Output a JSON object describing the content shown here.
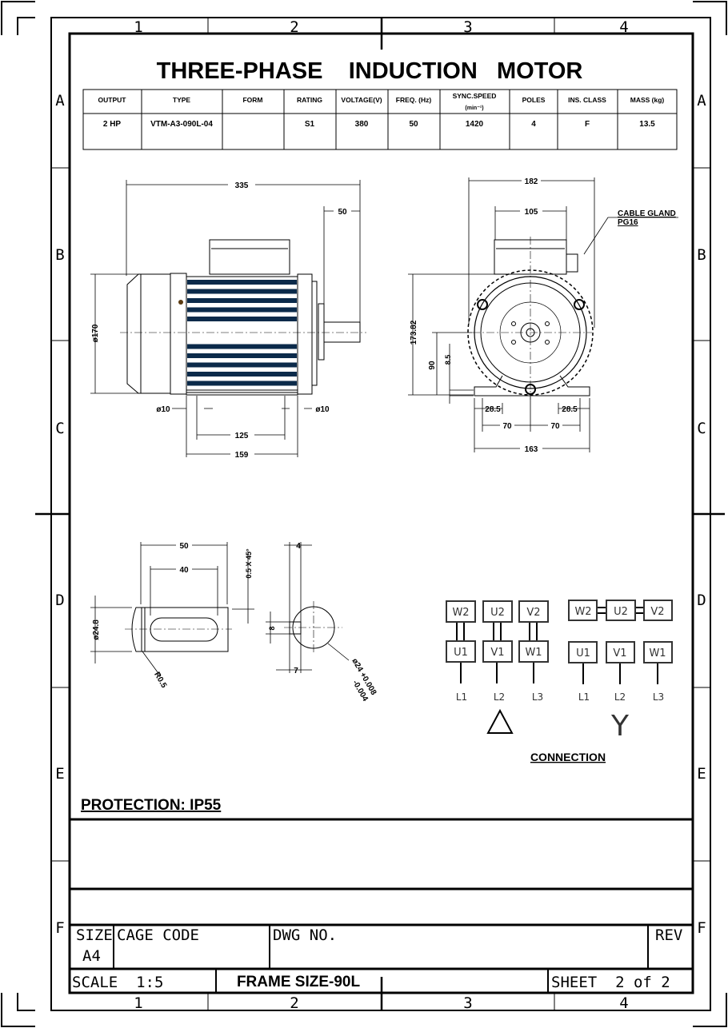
{
  "title": "THREE-PHASE    INDUCTION   MOTOR",
  "zones": {
    "cols": [
      "1",
      "2",
      "3",
      "4"
    ],
    "rows": [
      "A",
      "B",
      "C",
      "D",
      "E",
      "F"
    ]
  },
  "spec_table": {
    "headers": [
      "OUTPUT",
      "TYPE",
      "FORM",
      "RATING",
      "VOLTAGE(V)",
      "FREQ. (Hz)",
      "SYNC.SPEED",
      "POLES",
      "INS. CLASS",
      "MASS (kg)"
    ],
    "sync_unit": "(min⁻¹)",
    "values": [
      "2 HP",
      "VTM-A3-090L-04",
      "",
      "S1",
      "380",
      "50",
      "1420",
      "4",
      "F",
      "13.5"
    ]
  },
  "dims": [
    "335",
    "50",
    "ø170",
    "ø10",
    "ø10",
    "125",
    "159",
    "182",
    "105",
    "173.82",
    "90",
    "8.5",
    "28.5",
    "28.5",
    "70",
    "70",
    "163",
    "50",
    "40",
    "0.5 X 45°",
    "ø24.8",
    "R0.5",
    "4",
    "8",
    "7",
    "ø24 +0.008",
    "-0.004"
  ],
  "callout": {
    "line1": "CABLE GLAND",
    "line2": "PG16"
  },
  "connection": {
    "delta_top": [
      "W2",
      "U2",
      "V2"
    ],
    "delta_bottom": [
      "U1",
      "V1",
      "W1"
    ],
    "star_top": [
      "W2",
      "U2",
      "V2"
    ],
    "star_bottom": [
      "U1",
      "V1",
      "W1"
    ],
    "lines": [
      "L1",
      "L2",
      "L3"
    ],
    "star_symbol": "Y",
    "label": "CONNECTION"
  },
  "protection": "PROTECTION: IP55",
  "title_block": {
    "size_label": "SIZE",
    "size_value": "A4",
    "cage_code_label": "CAGE CODE",
    "dwg_no_label": "DWG NO.",
    "rev_label": "REV",
    "scale_label": "SCALE  1:5",
    "frame_size": "FRAME SIZE-90L",
    "sheet": "SHEET  2 of 2"
  },
  "colors": {
    "motor_body": "#0b2a4a"
  }
}
